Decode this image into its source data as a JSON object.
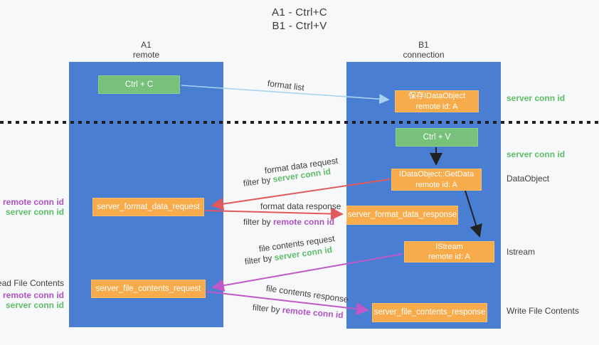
{
  "title": {
    "line1": "A1 - Ctrl+C",
    "line2": "B1 - Ctrl+V"
  },
  "lifelines": {
    "left": {
      "name": "A1",
      "subtitle": "remote"
    },
    "right": {
      "name": "B1",
      "subtitle": "connection"
    }
  },
  "boxes": {
    "ctrl_c": {
      "label": "Ctrl + C"
    },
    "ctrl_v": {
      "label": "Ctrl + V"
    },
    "save_dataobject": {
      "line1": "保存IDataObject",
      "line2": "remote id: A"
    },
    "getdata": {
      "line1": "IDataObject::GetData",
      "line2": "remote id: A"
    },
    "istream": {
      "line1": "IStream",
      "line2": "remote id: A"
    },
    "format_request": {
      "label": "server_format_data_request"
    },
    "format_response": {
      "label": "server_format_data_response"
    },
    "file_request": {
      "label": "server_file_contents_request"
    },
    "file_response": {
      "label": "server_file_contents_response"
    }
  },
  "flow_labels": {
    "format_list": "format list",
    "format_data_request": "format data request",
    "format_data_response": "format data response",
    "file_contents_request": "file contents request",
    "file_contents_response": "file contents response",
    "filter_prefix": "filter by ",
    "server_conn_id": "server conn id",
    "remote_conn_id": "remote conn id"
  },
  "side_labels": {
    "right_server_conn_top": "server conn id",
    "right_server_conn_mid": "server conn id",
    "dataobject": "DataObject",
    "istream": "Istream",
    "write_file_contents": "Write File Contents",
    "left_remote_conn_top": "remote conn id",
    "left_server_conn_top": "server conn id",
    "read_file_contents": "Read File Contents",
    "left_remote_conn_bottom": "remote conn id",
    "left_server_conn_bottom": "server conn id"
  },
  "colors": {
    "lifeline_blue": "#4a7ed3",
    "box_green": "#77c17b",
    "box_orange": "#f8ab4b",
    "text_green": "#5dbd67",
    "text_purple": "#b052c5",
    "arrow_red": "#e2595c",
    "arrow_magenta": "#c058c8",
    "arrow_lightblue": "#a8d3ef",
    "arrow_black": "#222222",
    "background": "#f7f8f9"
  }
}
